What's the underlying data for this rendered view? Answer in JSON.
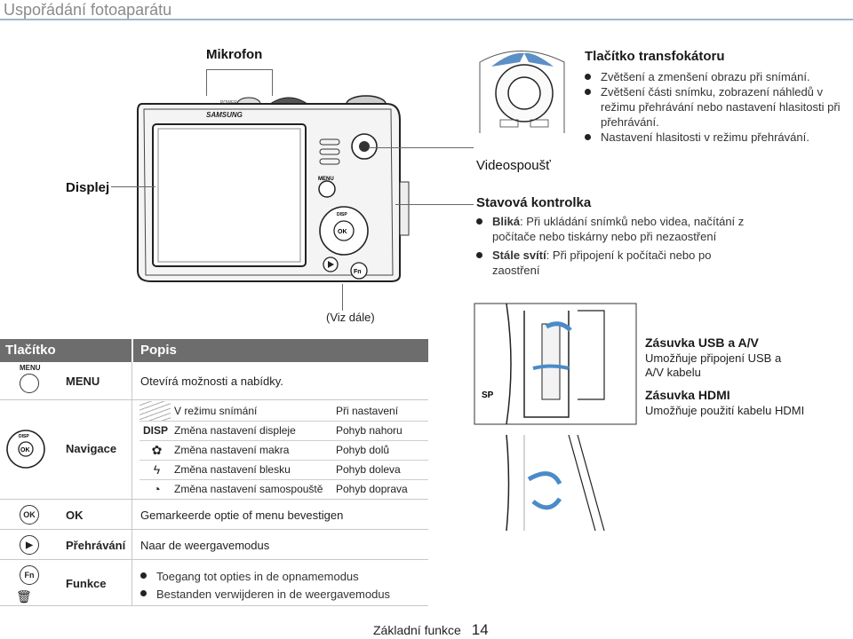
{
  "header": {
    "title": "Uspořádání fotoaparátu"
  },
  "labels": {
    "mikrofon": "Mikrofon",
    "displej": "Displej",
    "videospoust": "Videospoušť"
  },
  "zoom": {
    "title": "Tlačítko transfokátoru",
    "bullets": [
      "Zvětšení a zmenšení obrazu při snímání.",
      "Zvětšení části snímku, zobrazení náhledů v režimu přehrávání nebo nastavení hlasitosti při přehrávání.",
      "Nastavení hlasitosti v režimu přehrávání."
    ]
  },
  "status": {
    "title": "Stavová kontrolka",
    "items": [
      {
        "bold": "Bliká",
        "text": ": Při ukládání snímků nebo videa, načítání z počítače nebo tiskárny nebo při nezaostření"
      },
      {
        "bold": "Stále svítí",
        "text": ": Při připojení k počítači nebo po zaostření"
      }
    ]
  },
  "viz_dale": "(Viz dále)",
  "camera": {
    "brand": "SAMSUNG",
    "power": "POWER",
    "menu": "MENU",
    "disp": "DISP",
    "ok": "OK",
    "fn": "Fn"
  },
  "table": {
    "col_button": "Tlačítko",
    "col_desc": "Popis",
    "menu": {
      "icon_label": "MENU",
      "name": "MENU",
      "desc": "Otevírá možnosti a nabídky."
    },
    "nav": {
      "name": "Navigace",
      "head_left": "V režimu snímání",
      "head_right": "Při nastavení",
      "rows": [
        {
          "icon": "DISP",
          "left": "Změna nastavení displeje",
          "right": "Pohyb nahoru"
        },
        {
          "icon": "macro-icon",
          "left": "Změna nastavení makra",
          "right": "Pohyb dolů"
        },
        {
          "icon": "flash-icon",
          "left": "Změna nastavení blesku",
          "right": "Pohyb doleva"
        },
        {
          "icon": "timer-icon",
          "left": "Změna nastavení samospouště",
          "right": "Pohyb doprava"
        }
      ]
    },
    "ok": {
      "name": "OK",
      "desc": "Gemarkeerde optie of menu bevestigen"
    },
    "play": {
      "name": "Přehrávání",
      "desc": "Naar de weergavemodus"
    },
    "fn": {
      "name": "Funkce",
      "bullets": [
        "Toegang tot opties in de opnamemodus",
        "Bestanden verwijderen in de weergavemodus"
      ]
    }
  },
  "ports": {
    "usb_title": "Zásuvka USB a A/V",
    "usb_desc": "Umožňuje připojení USB a A/V kabelu",
    "hdmi_title": "Zásuvka HDMI",
    "hdmi_desc": "Umožňuje použití kabelu HDMI",
    "side_label": "SP"
  },
  "footer": {
    "text": "Základní funkce",
    "page": "14"
  }
}
